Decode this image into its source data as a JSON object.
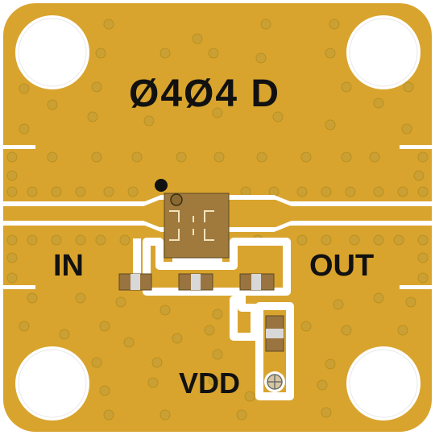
{
  "board": {
    "part_label": "Ø4Ø4 D",
    "in_label": "IN",
    "out_label": "OUT",
    "vdd_label": "VDD"
  },
  "colors": {
    "gold": "#d9a42e",
    "via": "#caa035",
    "via_edge": "#b8901f",
    "chip": "#a0793d",
    "cap_body": "#9a7440",
    "cap_terminal": "#d8d8d8",
    "trace_gap": "#ffffff"
  }
}
